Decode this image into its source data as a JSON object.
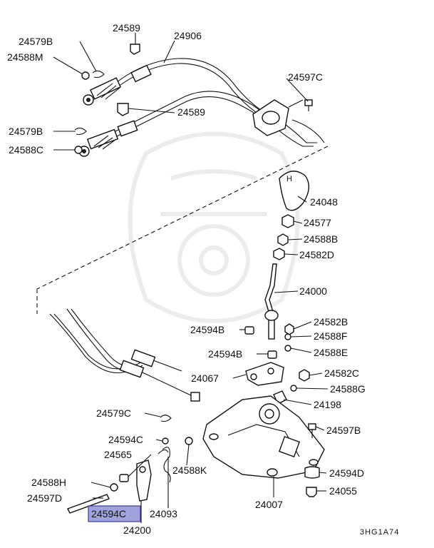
{
  "diagram": {
    "labels": {
      "p24579B_top": "24579B",
      "p24588M": "24588M",
      "p24589_top": "24589",
      "p24906": "24906",
      "p24597C": "24597C",
      "p24589_mid": "24589",
      "p24579B_mid": "24579B",
      "p24588C": "24588C",
      "p24048": "24048",
      "p24577": "24577",
      "p24588B": "24588B",
      "p24582D": "24582D",
      "p24000": "24000",
      "p24594B_a": "24594B",
      "p24582B": "24582B",
      "p24588F": "24588F",
      "p24594B_b": "24594B",
      "p24588E": "24588E",
      "p24067": "24067",
      "p24582C": "24582C",
      "p24588G": "24588G",
      "p24198": "24198",
      "p24579C": "24579C",
      "p24597B": "24597B",
      "p24594C_a": "24594C",
      "p24565": "24565",
      "p24588K": "24588K",
      "p24588H": "24588H",
      "p24594D": "24594D",
      "p24597D": "24597D",
      "p24055": "24055",
      "p24594C_sel": "24594C",
      "p24093": "24093",
      "p24007": "24007",
      "p24200": "24200"
    },
    "figure_code": "3HG1A74",
    "highlight_color": "#9fa3dc"
  }
}
